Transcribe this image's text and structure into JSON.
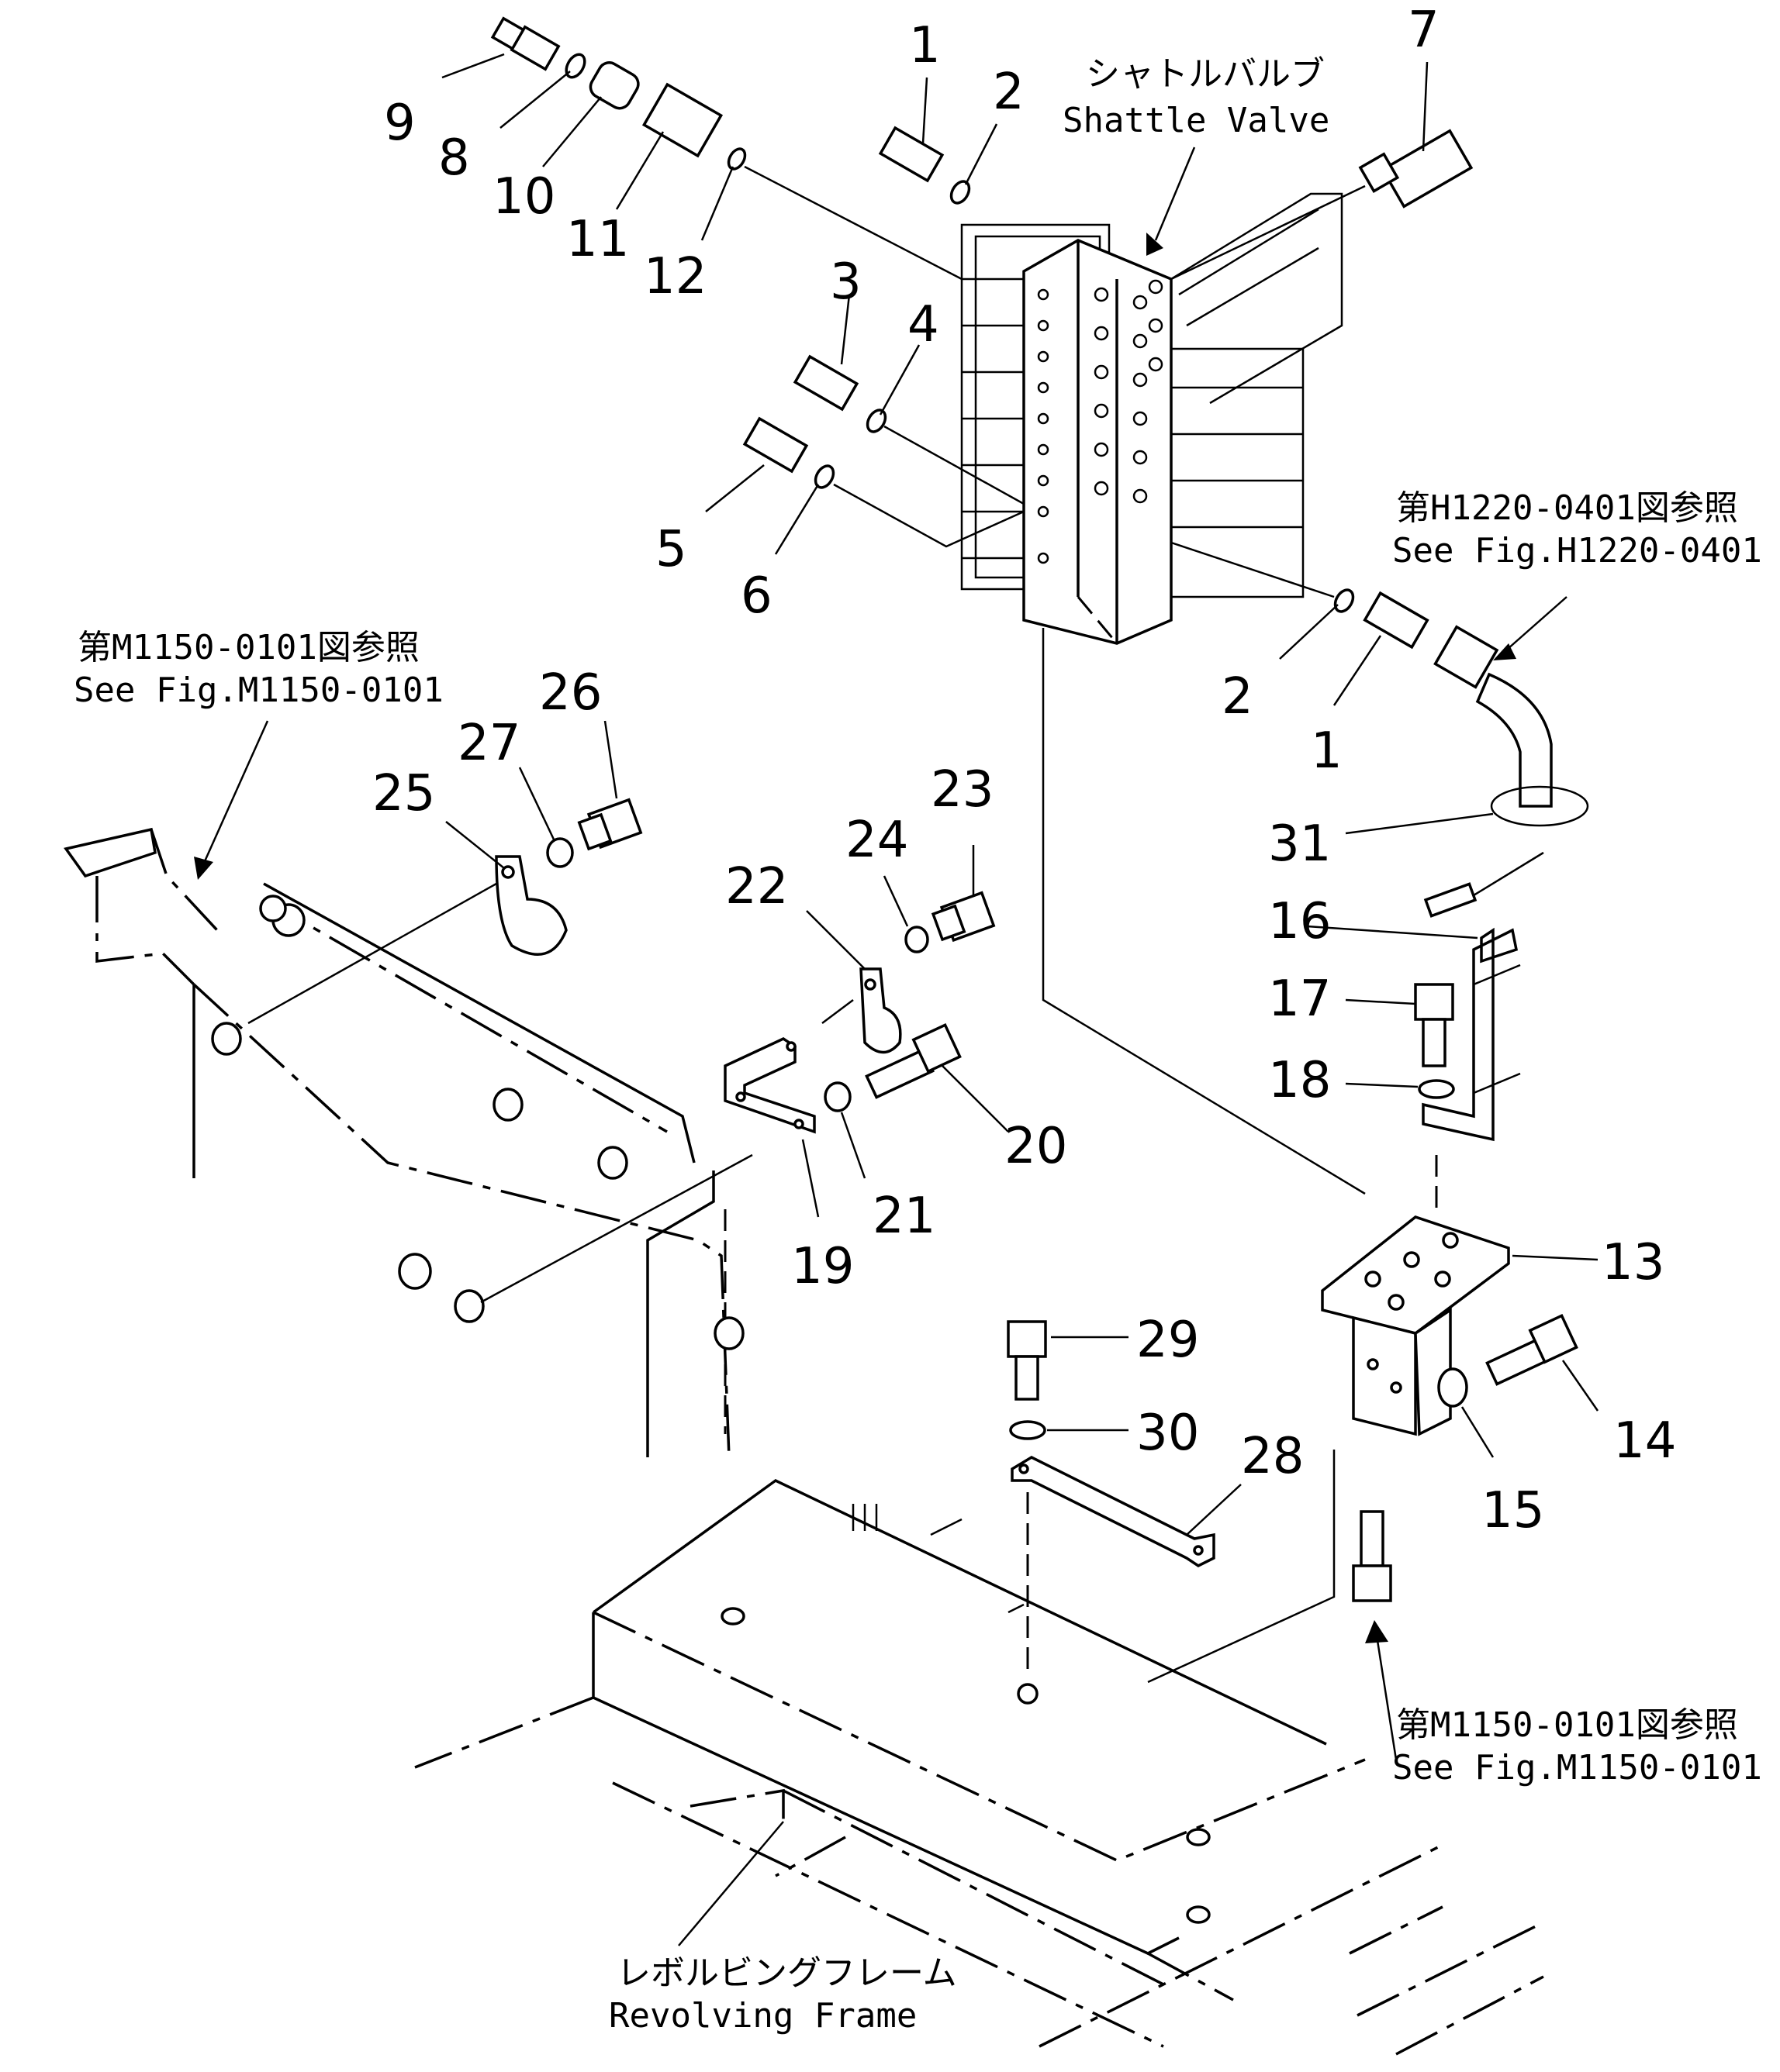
{
  "labels": {
    "shuttle_valve_jp": "シャトルバルブ",
    "shuttle_valve_en": "Shattle Valve",
    "ref_h1220_jp": "第H1220-0401図参照",
    "ref_h1220_en": "See Fig.H1220-0401",
    "ref_m1150_left_jp": "第M1150-0101図参照",
    "ref_m1150_left_en": "See Fig.M1150-0101",
    "ref_m1150_right_jp": "第M1150-0101図参照",
    "ref_m1150_right_en": "See Fig.M1150-0101",
    "revolving_frame_jp": "レボルビングフレーム",
    "revolving_frame_en": "Revolving Frame"
  },
  "callouts": {
    "c1a": "1",
    "c2a": "2",
    "c7": "7",
    "c9": "9",
    "c8": "8",
    "c10": "10",
    "c11": "11",
    "c12": "12",
    "c3": "3",
    "c4": "4",
    "c5": "5",
    "c6": "6",
    "c2b": "2",
    "c1b": "1",
    "c31": "31",
    "c26": "26",
    "c27": "27",
    "c25": "25",
    "c23": "23",
    "c24": "24",
    "c22": "22",
    "c20": "20",
    "c21": "21",
    "c19": "19",
    "c16": "16",
    "c17": "17",
    "c18": "18",
    "c13": "13",
    "c14": "14",
    "c15": "15",
    "c29": "29",
    "c30": "30",
    "c28": "28"
  }
}
